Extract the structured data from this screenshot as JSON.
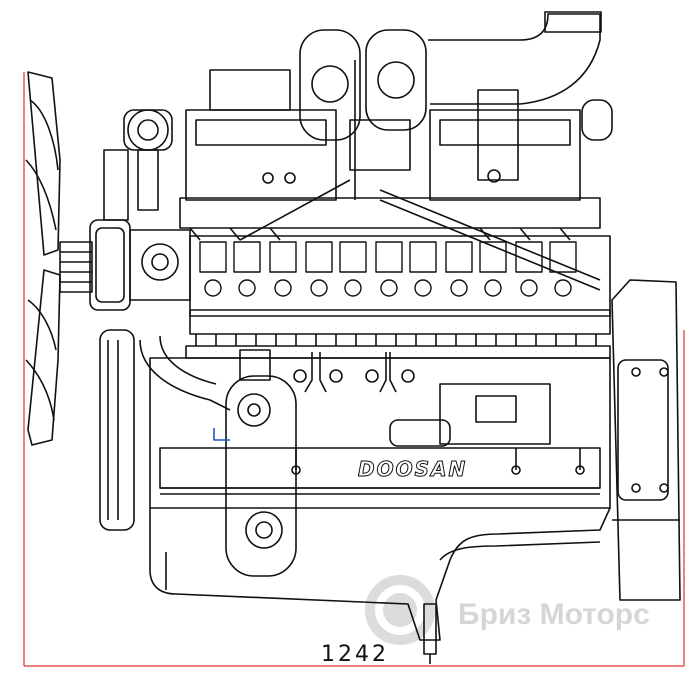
{
  "drawing": {
    "dimension_value": "1242",
    "brand_plate": "DOOSAN",
    "watermark": "Бриз Моторс",
    "colors": {
      "line": "#111111",
      "dimension": "#e03030",
      "watermark": "#d6d6d6",
      "accent": "#2255cc"
    }
  }
}
